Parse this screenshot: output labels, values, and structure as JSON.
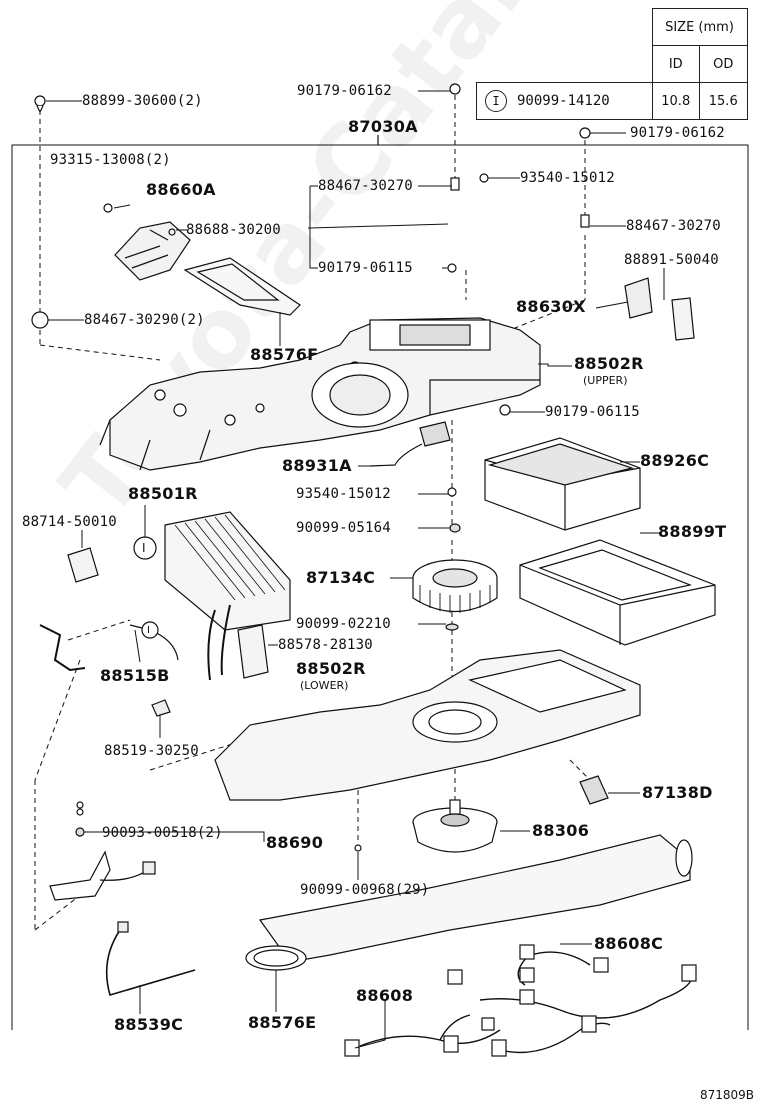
{
  "watermark": "Toyota-Catalog.ru",
  "diagram_code": "871809B",
  "size_table": {
    "title": "SIZE (mm)",
    "col_id": "ID",
    "col_od": "OD",
    "marker": "I",
    "part": "90099-14120",
    "id": "10.8",
    "od": "15.6"
  },
  "callout_marker": "I",
  "labels": {
    "p88899_30600": "88899-30600(2)",
    "p90179_06162_a": "90179-06162",
    "p90179_06162_b": "90179-06162",
    "p87030A": "87030A",
    "p93315": "93315-13008(2)",
    "p88660A": "88660A",
    "p88688": "88688-30200",
    "p88467_30270_a": "88467-30270",
    "p88467_30270_b": "88467-30270",
    "p93540_a": "93540-15012",
    "p93540_b": "93540-15012",
    "p90179_06115_a": "90179-06115",
    "p90179_06115_b": "90179-06115",
    "p88891": "88891-50040",
    "p88630X": "88630X",
    "p88467_30290": "88467-30290(2)",
    "p88576F": "88576F",
    "p88502R_u": "88502R",
    "upper": "(UPPER)",
    "p88931A": "88931A",
    "p88926C": "88926C",
    "p88501R": "88501R",
    "p88714": "88714-50010",
    "p90099_05164": "90099-05164",
    "p88899T": "88899T",
    "p87134C": "87134C",
    "p90099_02210": "90099-02210",
    "p88578": "88578-28130",
    "p88515B": "88515B",
    "p88502R_l": "88502R",
    "lower": "(LOWER)",
    "p88519": "88519-30250",
    "p87138D": "87138D",
    "p90093": "90093-00518(2)",
    "p88690": "88690",
    "p88306": "88306",
    "p90099_00968": "90099-00968(29)",
    "p88608C": "88608C",
    "p88608": "88608",
    "p88539C": "88539C",
    "p88576E": "88576E"
  }
}
